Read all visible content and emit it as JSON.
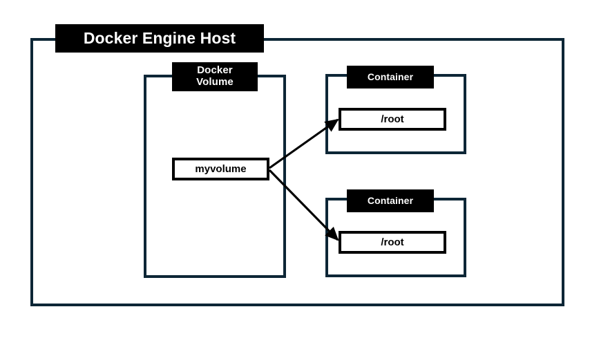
{
  "diagram": {
    "title": "Docker Engine Host",
    "theme": {
      "frame_color": "#0d2636",
      "plate_background": "#000000",
      "plate_text": "#ffffff",
      "node_border": "#000000",
      "node_background": "#ffffff",
      "arrow_color": "#000000",
      "page_background": "#ffffff"
    },
    "host": {
      "label": "Docker Engine Host"
    },
    "volume_group": {
      "label": "Docker Volume",
      "label_line_1": "Docker",
      "label_line_2": "Volume",
      "node": {
        "label": "myvolume"
      }
    },
    "containers": [
      {
        "label": "Container",
        "mount": {
          "label": "/root"
        }
      },
      {
        "label": "Container",
        "mount": {
          "label": "/root"
        }
      }
    ],
    "connections": [
      {
        "from": "myvolume",
        "to": "/root",
        "target_container_index": 0,
        "direction": "up-right"
      },
      {
        "from": "myvolume",
        "to": "/root",
        "target_container_index": 1,
        "direction": "down-right"
      }
    ]
  }
}
